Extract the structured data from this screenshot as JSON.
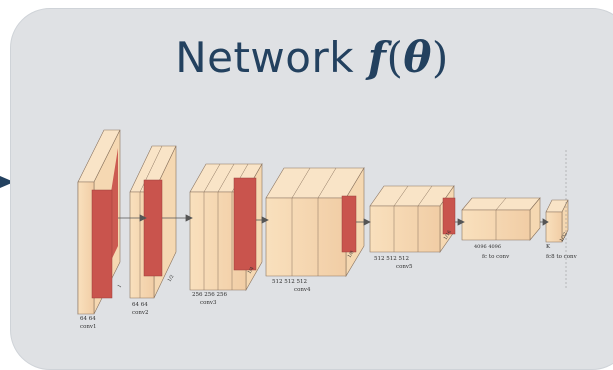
{
  "title": {
    "prefix": "Network ",
    "func": "f",
    "open": "(",
    "param": "θ",
    "close": ")"
  },
  "colors": {
    "card": "#dfe1e4",
    "title": "#23415f",
    "slab": "#f7d9b4",
    "slab_dark": "#eac49b",
    "relu": "#c9544d"
  },
  "labels": {
    "conv1_dim": "64 64",
    "conv1": "conv1",
    "conv2_dims": "64 64",
    "conv2_mid": "1/2",
    "conv2": "conv2",
    "conv3_dims": "256 256 256",
    "conv3_mid": "1/4",
    "conv3": "conv3",
    "conv4_dims": "512   512   512",
    "conv4_mid": "1/8",
    "conv4": "conv4",
    "conv5_dims": "512   512   512",
    "conv5_mid": "1/16",
    "conv5": "conv5",
    "fc_dims": "4096        4096",
    "fc": "fc to conv",
    "fc8_k": "K",
    "fc8": "fc8 to conv",
    "conv1_side": "1",
    "fc8_side": "1/32"
  }
}
